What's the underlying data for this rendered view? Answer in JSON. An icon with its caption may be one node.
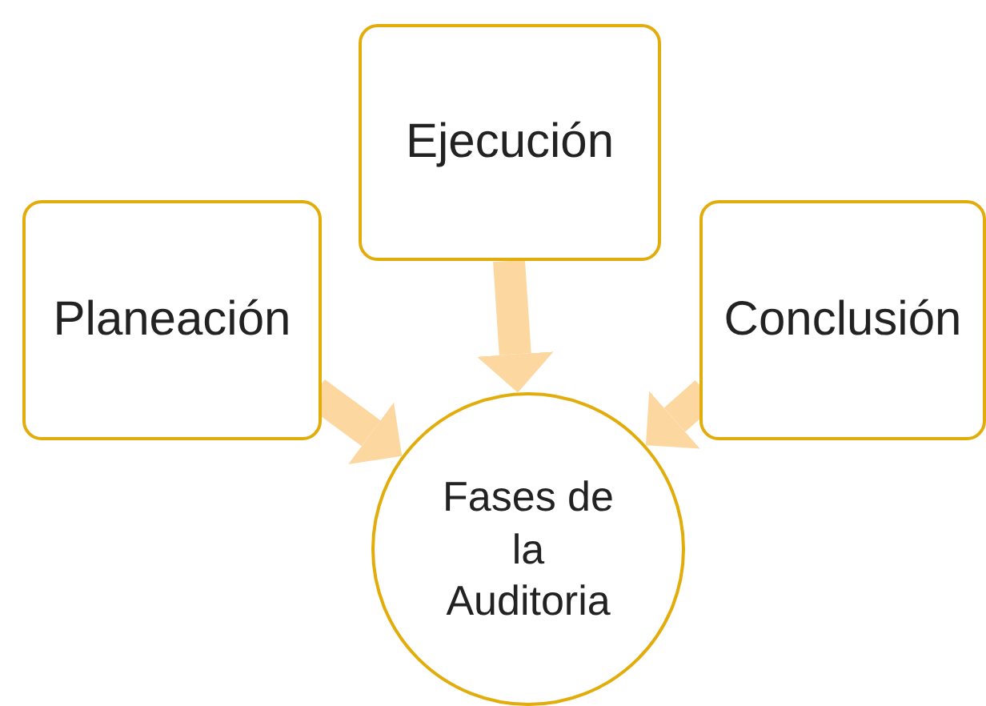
{
  "diagram": {
    "nodes": [
      {
        "text": [
          "Planeación"
        ]
      },
      {
        "text": [
          "Ejecución"
        ]
      },
      {
        "text": [
          "Conclusión"
        ]
      },
      {
        "text": [
          "Fases de la Auditoria"
        ]
      }
    ],
    "edges": [
      {
        "from": 1,
        "to": 3,
        "arrow": "to"
      },
      {
        "from": 0,
        "to": 3,
        "arrow": "to"
      },
      {
        "from": 2,
        "to": 3,
        "arrow": "to"
      }
    ]
  }
}
